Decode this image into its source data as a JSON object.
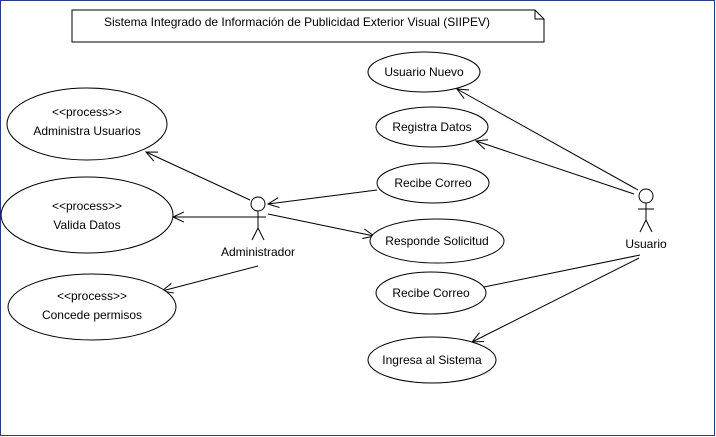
{
  "diagram": {
    "title": "Sistema  Integrado de Información de Publicidad Exterior Visual (SIIPEV)",
    "actors": {
      "administrador": {
        "label": "Administrador"
      },
      "usuario": {
        "label": "Usuario"
      }
    },
    "use_cases": {
      "administra_usuarios": {
        "stereotype": "<<process>>",
        "label": "Administra Usuarios"
      },
      "valida_datos": {
        "stereotype": "<<process>>",
        "label": "Valida Datos"
      },
      "concede_permisos": {
        "stereotype": "<<process>>",
        "label": "Concede permisos"
      },
      "usuario_nuevo": {
        "label": "Usuario Nuevo"
      },
      "registra_datos": {
        "label": "Registra Datos"
      },
      "recibe_correo_admin": {
        "label": "Recibe Correo"
      },
      "responde_solicitud": {
        "label": "Responde Solicitud"
      },
      "recibe_correo_usuario": {
        "label": "Recibe Correo"
      },
      "ingresa_sistema": {
        "label": "Ingresa al Sistema"
      }
    }
  }
}
